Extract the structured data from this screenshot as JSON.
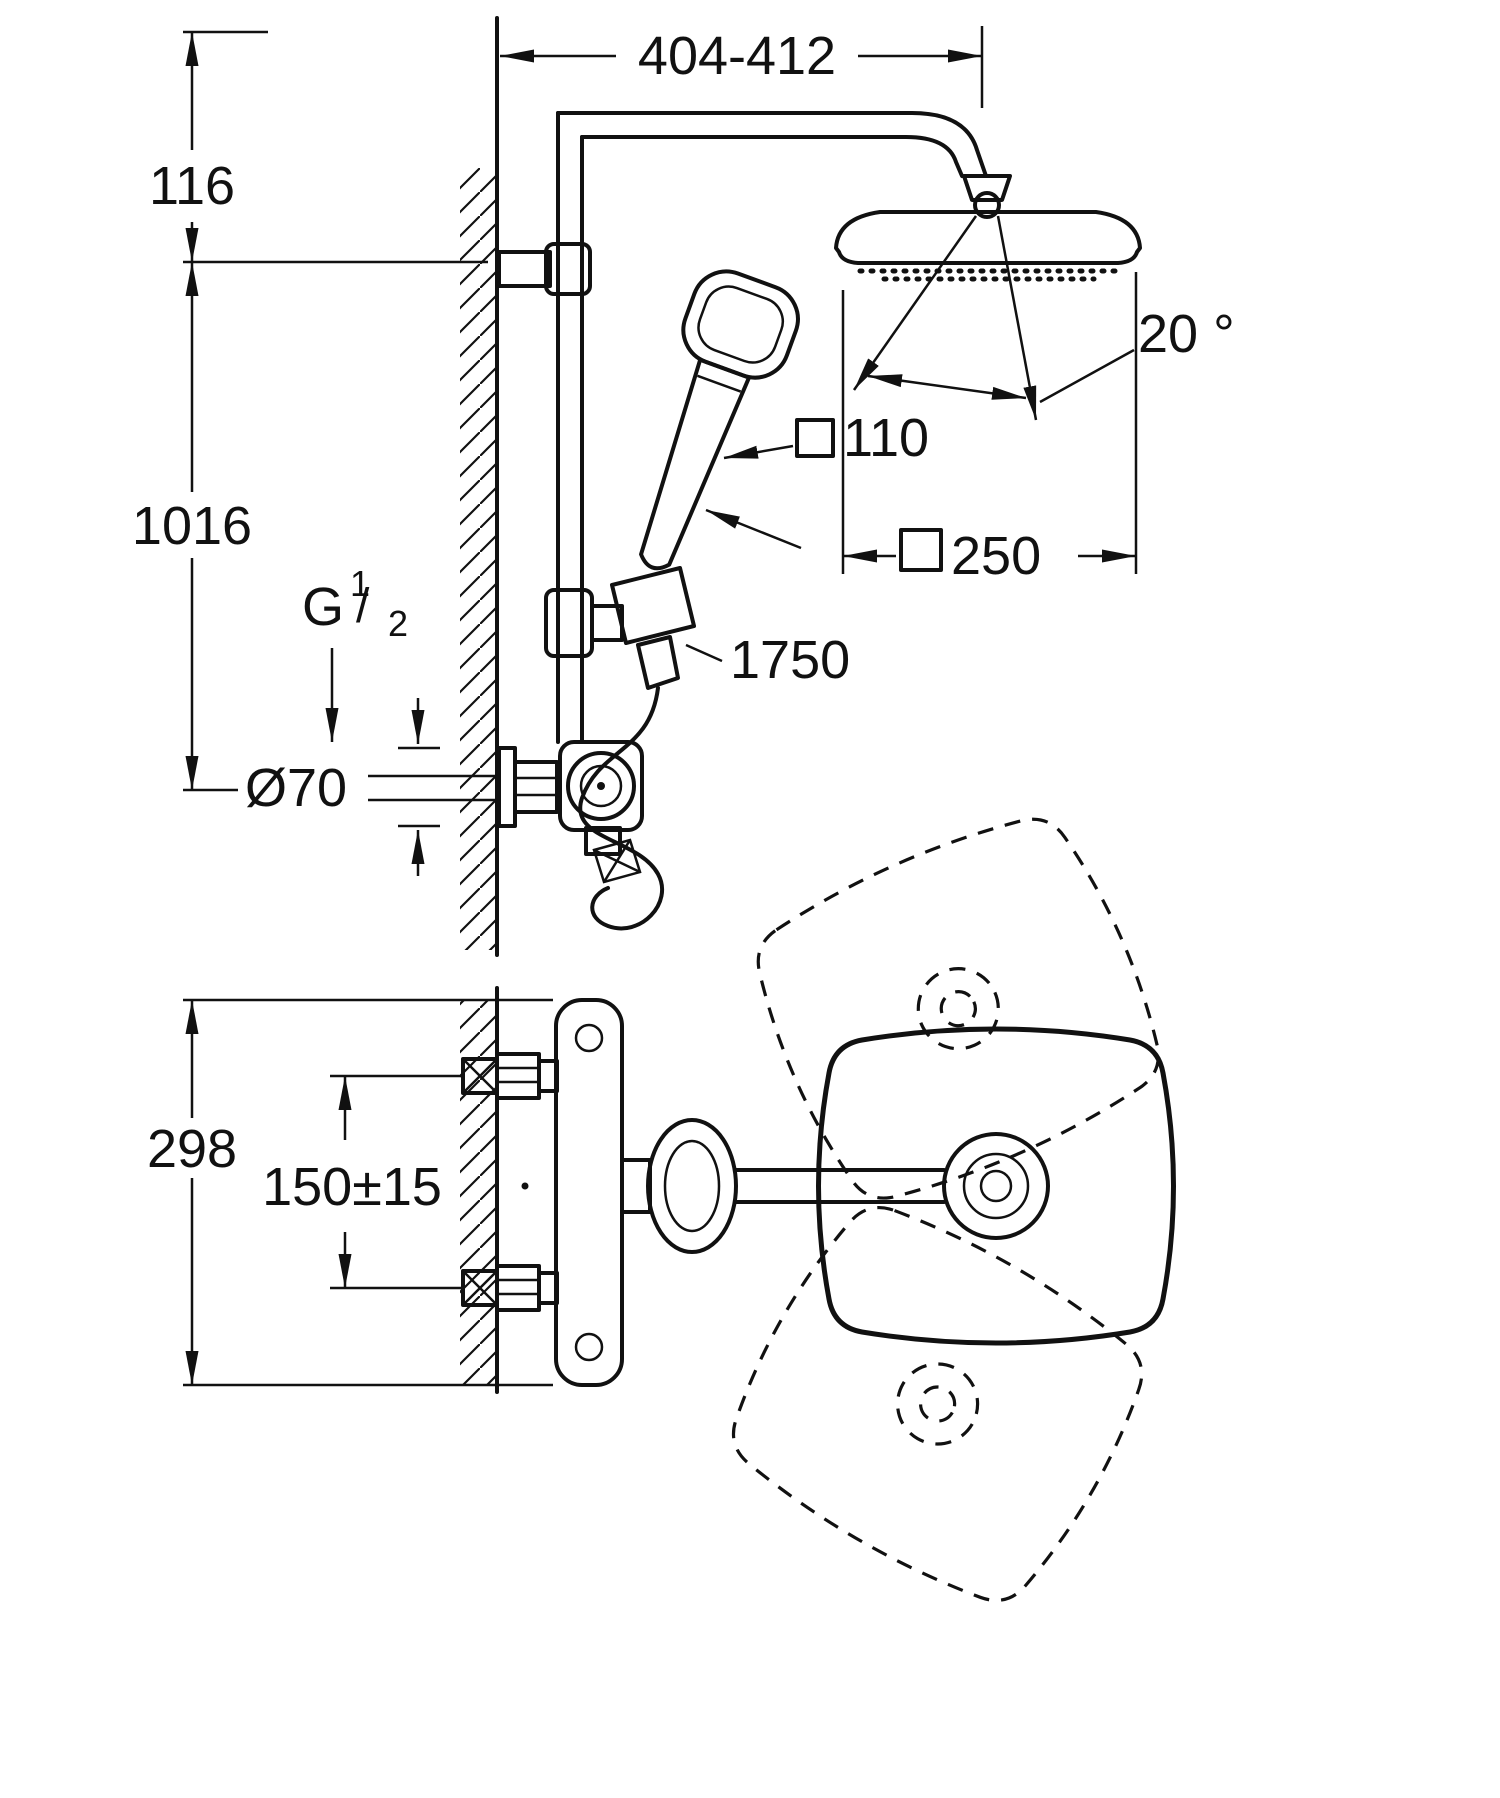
{
  "meta": {
    "title": "Shower system dimensional drawing"
  },
  "colors": {
    "line": "#111111",
    "background": "#ffffff"
  },
  "dims": {
    "arm_reach": "404-412",
    "offset_top": "116",
    "rail_height": "1016",
    "swivel_angle": "20 °",
    "hand_shower_face": "110",
    "head_shower_face": "250",
    "hose_length": "1750",
    "thread_letter": "G",
    "thread_numerator": "1",
    "thread_slash": "/",
    "thread_denominator": "2",
    "escutcheon_diameter": "Ø70",
    "plan_depth": "298",
    "connection_spacing": "150±15"
  }
}
